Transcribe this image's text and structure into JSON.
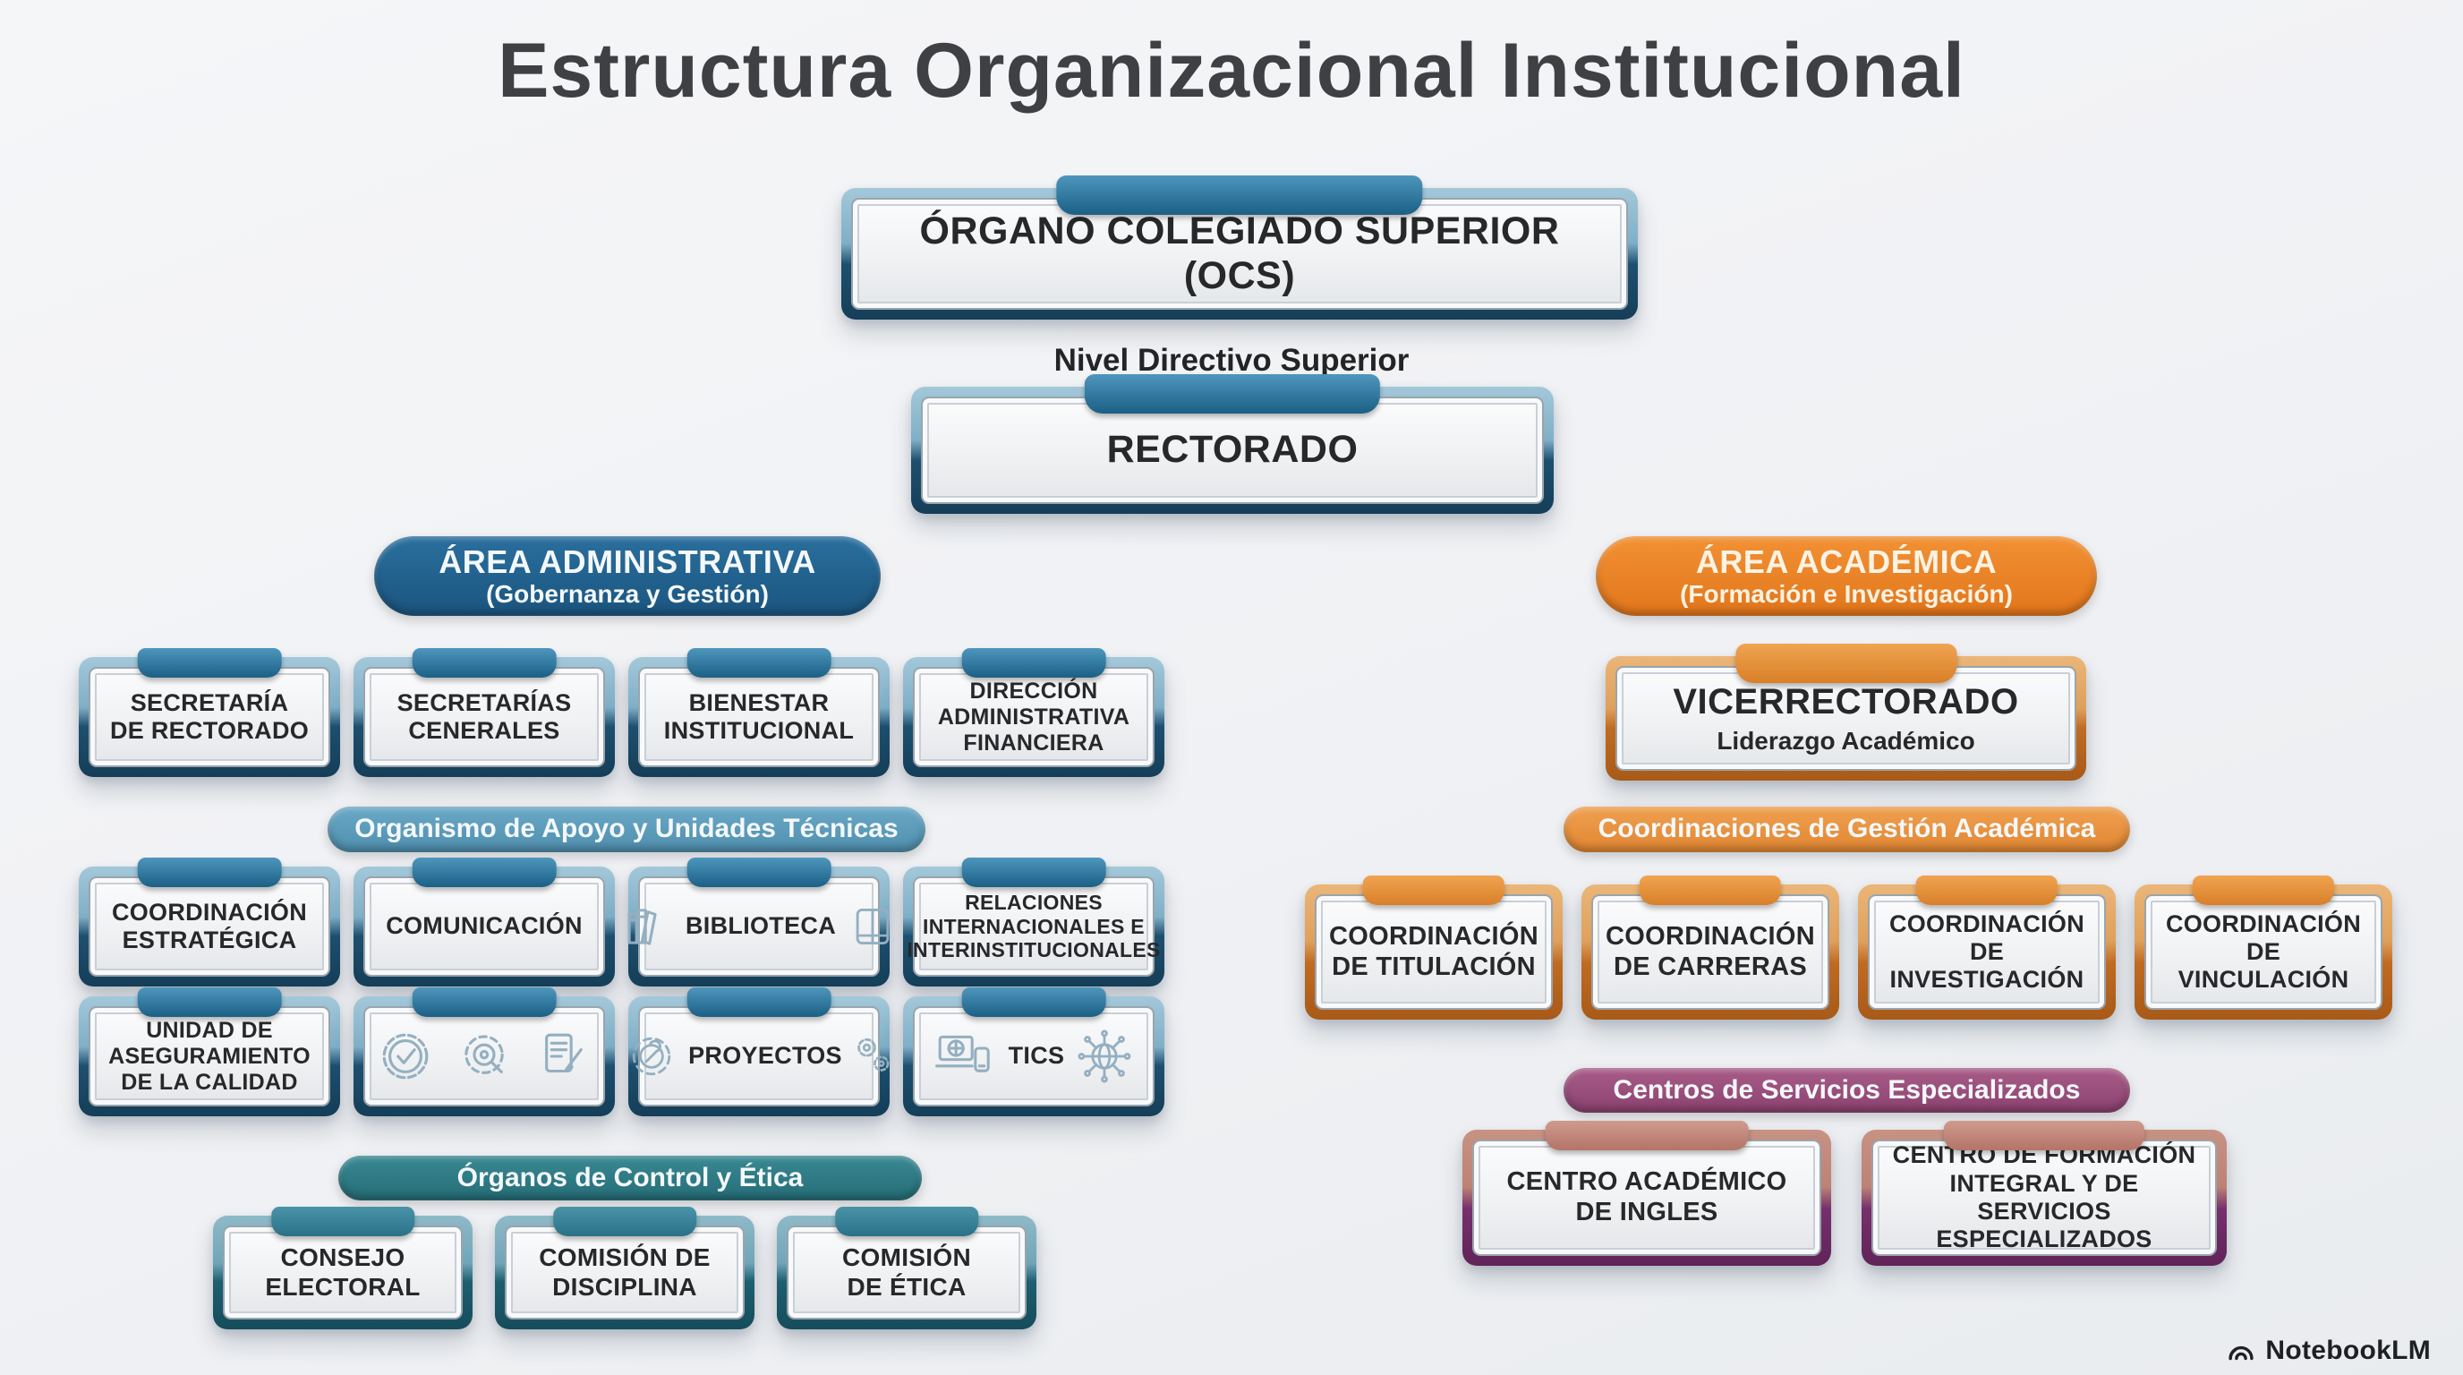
{
  "title": "Estructura Organizacional Institucional",
  "top": {
    "ocs": "ÓRGANO COLEGIADO SUPERIOR (OCS)",
    "level_label": "Nivel Directivo Superior",
    "rectorado": "RECTORADO"
  },
  "admin": {
    "header_title": "ÁREA ADMINISTRATIVA",
    "header_subtitle": "(Gobernanza y Gestión)",
    "row1": [
      "SECRETARÍA\nDE RECTORADO",
      "SECRETARÍAS\nCENERALES",
      "BIENESTAR\nINSTITUCIONAL",
      "DIRECCIÓN\nADMINISTRATIVA\nFINANCIERA"
    ],
    "band_apoyo": "Organismo de Apoyo y Unidades Técnicas",
    "row2": [
      "COORDINACIÓN\nESTRATÉGICA",
      "COMUNICACIÓN",
      "BIBLIOTECA",
      "RELACIONES\nINTERNACIONALES E\nINTERINSTITUCIONALES"
    ],
    "row3": {
      "calidad": "UNIDAD DE\nASEGURAMIENTO\nDE LA CALIDAD",
      "proyectos": "PROYECTOS",
      "tics": "TICS"
    },
    "band_control": "Órganos de Control y Ética",
    "row4": [
      "CONSEJO\nELECTORAL",
      "COMISIÓN DE\nDISCIPLINA",
      "COMISIÓN\nDE ÉTICA"
    ]
  },
  "academic": {
    "header_title": "ÁREA ACADÉMICA",
    "header_subtitle": "(Formación e Investigación)",
    "vicerrectorado_title": "VICERRECTORADO",
    "vicerrectorado_subtitle": "Liderazgo Académico",
    "band_coordinaciones": "Coordinaciones de Gestión Académica",
    "coordinaciones": [
      "COORDINACIÓN\nDE TITULACIÓN",
      "COORDINACIÓN\nDE CARRERAS",
      "COORDINACIÓN\nDE INVESTIGACIÓN",
      "COORDINACIÓN\nDE VINCULACIÓN"
    ],
    "band_centros": "Centros de Servicios Especializados",
    "centros": [
      "CENTRO ACADÉMICO\nDE INGLES",
      "CENTRO DE FORMACIÓN\nINTEGRAL Y DE SERVICIOS\nESPECIALIZADOS"
    ]
  },
  "watermark": "NotebookLM",
  "icons": {
    "biblioteca_left": "books-icon",
    "biblioteca_right": "open-book-icon",
    "calidad": [
      "badge-check-icon",
      "gear-search-icon",
      "document-edit-icon"
    ],
    "proyectos_left": "gear-wrench-icon",
    "proyectos_right": "gears-icon",
    "tics_left": "laptop-phone-icon",
    "tics_right": "network-globe-icon",
    "watermark": "notebooklm-logo"
  },
  "colors": {
    "header_blue": "#1d5d8c",
    "band_blue": "#609fbe",
    "band_teal": "#2e7a85",
    "header_orange": "#ee8426",
    "band_orange": "#e99440",
    "band_plum": "#9d4f7e",
    "frame_blue": "#1d5070",
    "frame_teal": "#1d5f70",
    "frame_orange": "#c06b22",
    "frame_purple": "#77306d",
    "text_dark": "#26282a"
  }
}
